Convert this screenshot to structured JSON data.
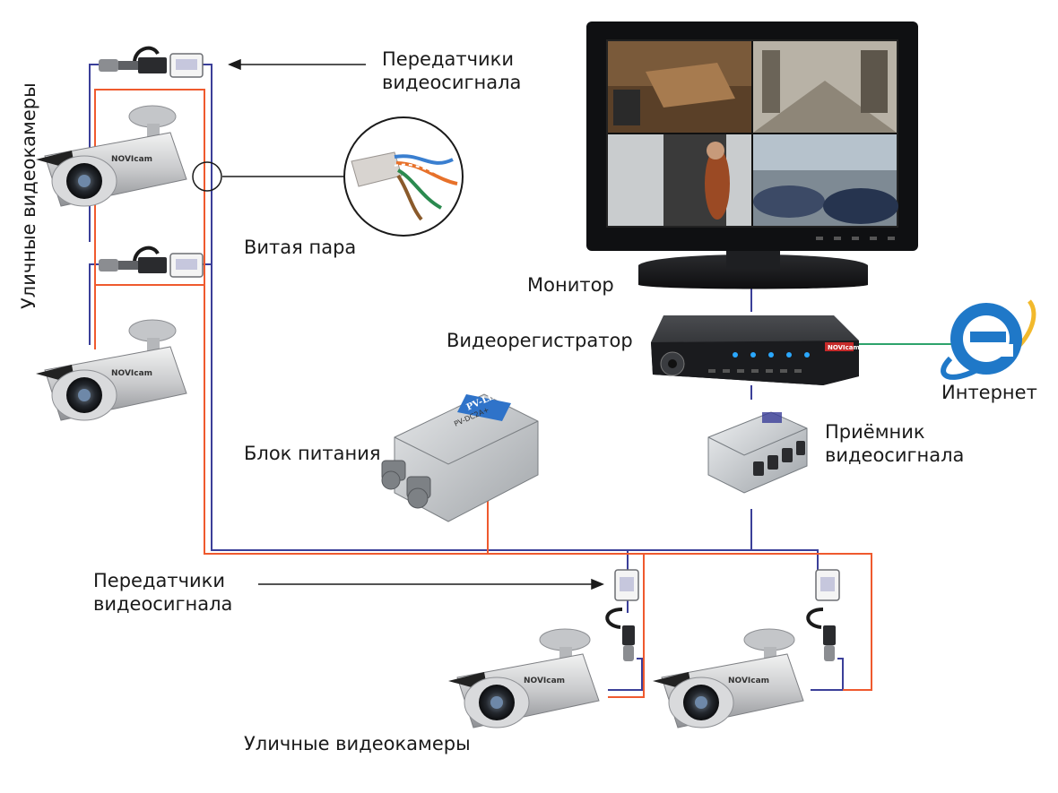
{
  "labels": {
    "transmitters_top_1": "Передатчики",
    "transmitters_top_2": "видеосигнала",
    "twisted_pair": "Витая пара",
    "monitor": "Монитор",
    "dvr": "Видеорегистратор",
    "internet": "Интернет",
    "receiver_1": "Приёмник",
    "receiver_2": "видеосигнала",
    "power_supply": "Блок питания",
    "transmitters_bottom_1": "Передатчики",
    "transmitters_bottom_2": "видеосигнала",
    "street_cameras_vertical": "Уличные видеокамеры",
    "street_cameras_bottom": "Уличные видеокамеры"
  },
  "device_text": {
    "psu_brand": "PV-Link",
    "psu_model": "PV-DC2A+",
    "camera_brand": "NOVIcam",
    "dvr_brand": "NOVIcam"
  },
  "colors": {
    "signal_wire": "#3b3f99",
    "power_wire": "#ef5a2e",
    "internet_wire": "#2ea36b",
    "ie_logo": "#1f78c8"
  },
  "icons": [
    "camera",
    "transmitter",
    "twisted-pair-cable",
    "monitor",
    "dvr",
    "internet-explorer-logo",
    "receiver",
    "power-supply"
  ]
}
